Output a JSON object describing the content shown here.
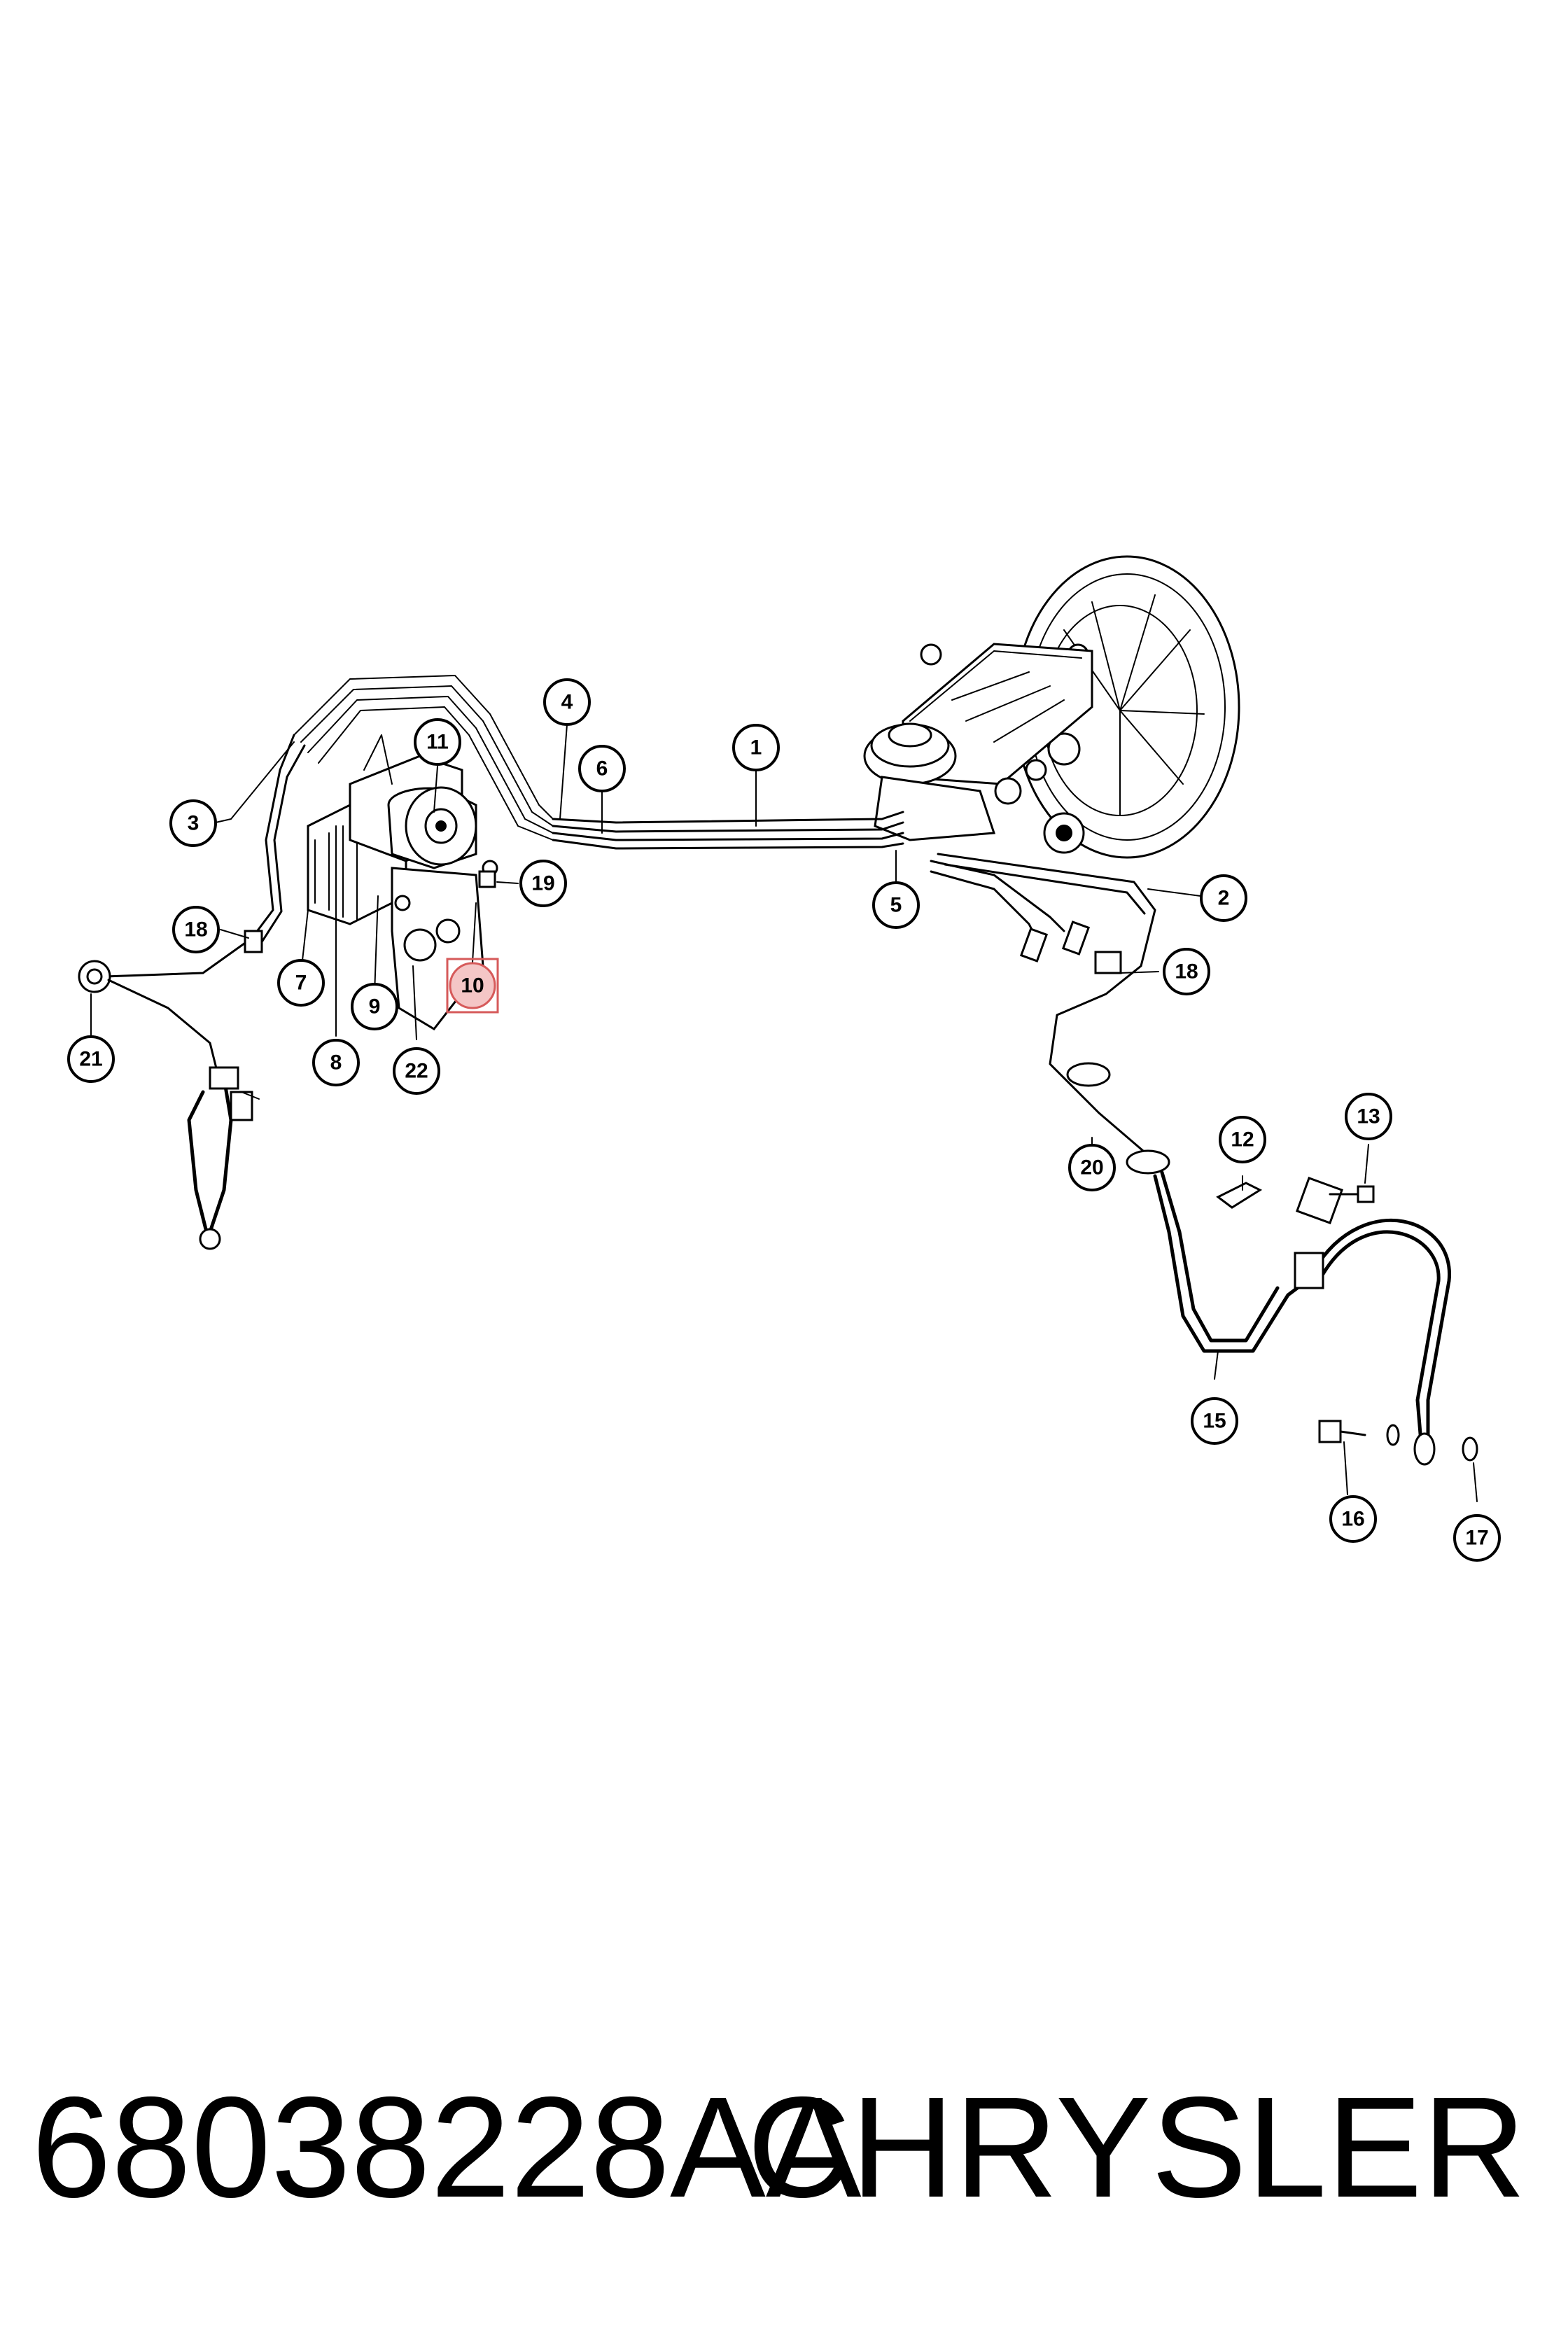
{
  "diagram": {
    "callouts": [
      {
        "id": "c1",
        "label": "1"
      },
      {
        "id": "c2",
        "label": "2"
      },
      {
        "id": "c3",
        "label": "3"
      },
      {
        "id": "c4",
        "label": "4"
      },
      {
        "id": "c5",
        "label": "5"
      },
      {
        "id": "c6",
        "label": "6"
      },
      {
        "id": "c7",
        "label": "7"
      },
      {
        "id": "c8",
        "label": "8"
      },
      {
        "id": "c9",
        "label": "9"
      },
      {
        "id": "c10",
        "label": "10",
        "highlighted": true
      },
      {
        "id": "c11",
        "label": "11"
      },
      {
        "id": "c12",
        "label": "12"
      },
      {
        "id": "c13",
        "label": "13"
      },
      {
        "id": "c15",
        "label": "15"
      },
      {
        "id": "c16",
        "label": "16"
      },
      {
        "id": "c17",
        "label": "17"
      },
      {
        "id": "c18a",
        "label": "18"
      },
      {
        "id": "c18b",
        "label": "18"
      },
      {
        "id": "c19",
        "label": "19"
      },
      {
        "id": "c20",
        "label": "20"
      },
      {
        "id": "c21",
        "label": "21"
      },
      {
        "id": "c22",
        "label": "22"
      }
    ],
    "highlight_color": "#d65a5a"
  },
  "footer": {
    "part_number": "68038228AA",
    "brand": "CHRYSLER"
  }
}
